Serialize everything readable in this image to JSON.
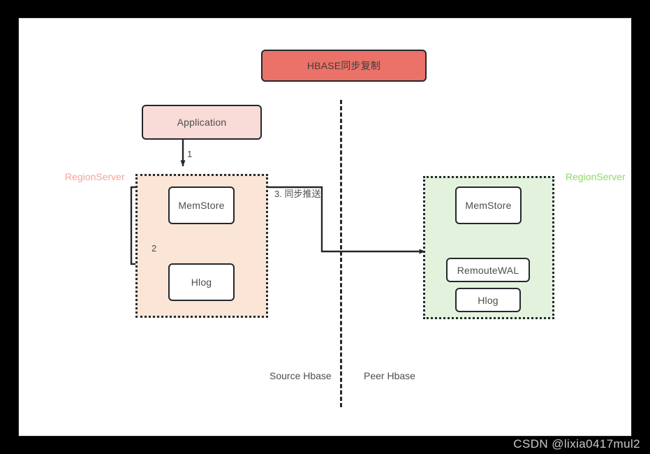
{
  "canvas": {
    "background": "#ffffff",
    "page_background": "#000000",
    "border_color": "#1d252c"
  },
  "title": {
    "label": "HBASE同步复制",
    "fill": "#ea7268",
    "text_color": "#3d3d3d"
  },
  "application": {
    "label": "Application",
    "fill": "#f9dbd8"
  },
  "source": {
    "region_label": "RegionServer",
    "region_label_color": "#f5a39a",
    "container_fill": "#fae5d6",
    "zone_label": "Source Hbase",
    "nodes": [
      {
        "label": "MemStore"
      },
      {
        "label": "Hlog"
      }
    ]
  },
  "peer": {
    "region_label": "RegionServer",
    "region_label_color": "#90d766",
    "container_fill": "#e3f2dc",
    "zone_label": "Peer Hbase",
    "nodes": [
      {
        "label": "MemStore"
      },
      {
        "label": "RemouteWAL"
      },
      {
        "label": "Hlog"
      }
    ]
  },
  "edges": [
    {
      "id": "app-to-memstore",
      "label": "1"
    },
    {
      "id": "memstore-to-hlog",
      "label": "2"
    },
    {
      "id": "memstore-to-remotewal",
      "label": "3. 同步推送"
    }
  ],
  "watermark": {
    "text": "CSDN @lixia0417mul2",
    "color": "#c9c9c9"
  }
}
